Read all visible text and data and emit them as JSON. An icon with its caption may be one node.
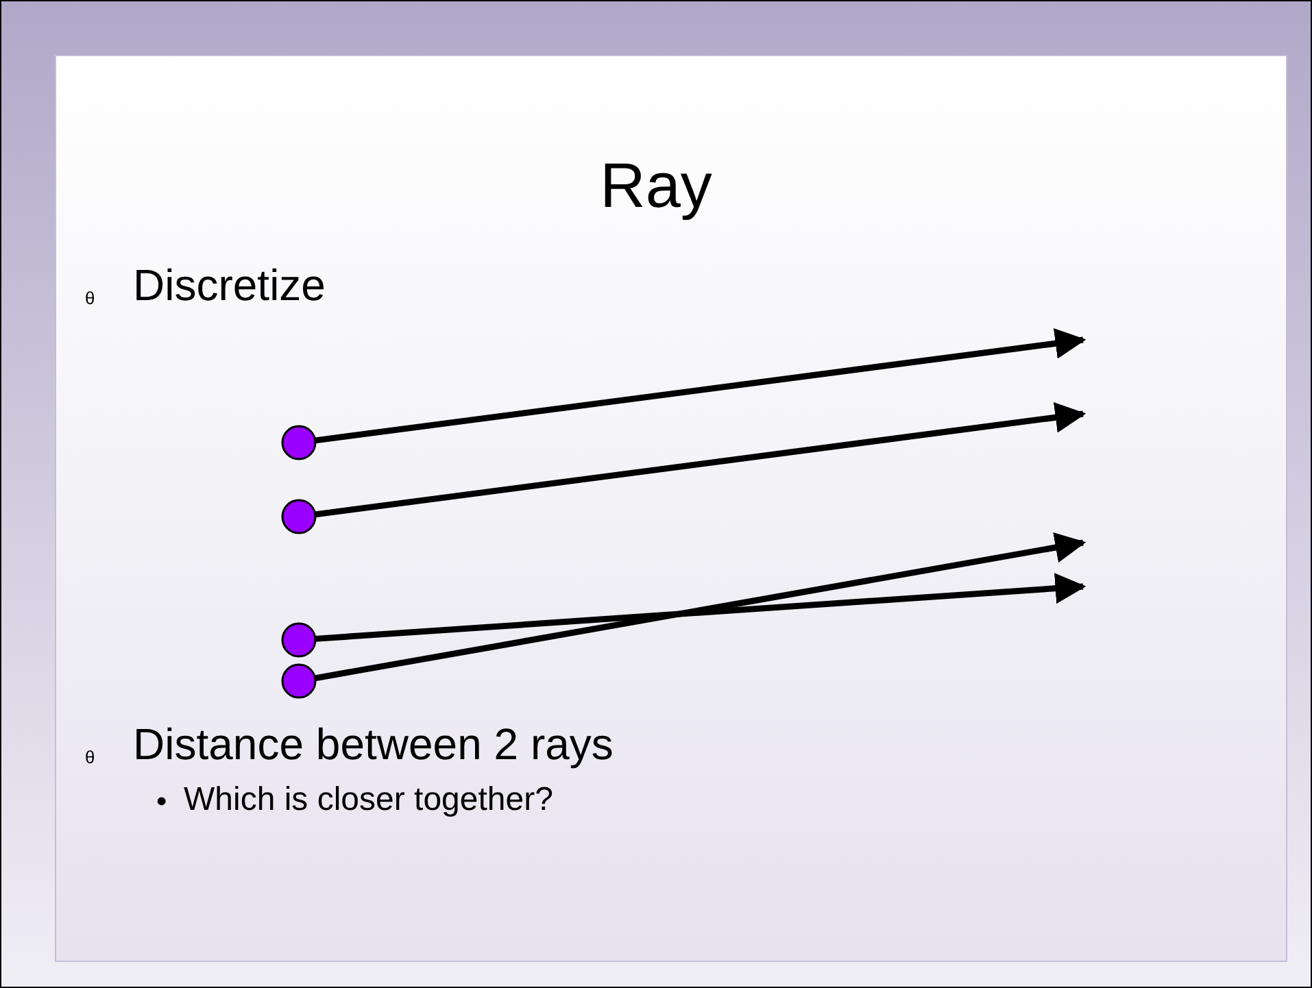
{
  "diagram": {
    "title": "Ray",
    "nodes": [
      {
        "text": [],
        "shape": "circle"
      },
      {
        "text": [],
        "shape": "circle"
      },
      {
        "text": [],
        "shape": "circle"
      },
      {
        "text": [],
        "shape": "circle"
      }
    ],
    "edges": [
      {
        "from": 0,
        "to": null,
        "arrow": "to"
      },
      {
        "from": 1,
        "to": null,
        "arrow": "to"
      },
      {
        "from": 2,
        "to": null,
        "arrow": "to"
      },
      {
        "from": 3,
        "to": null,
        "arrow": "to"
      }
    ],
    "labels": [
      "θ",
      "Discretize",
      "θ",
      "Distance between 2 rays",
      "•",
      "Which is closer together?"
    ]
  }
}
